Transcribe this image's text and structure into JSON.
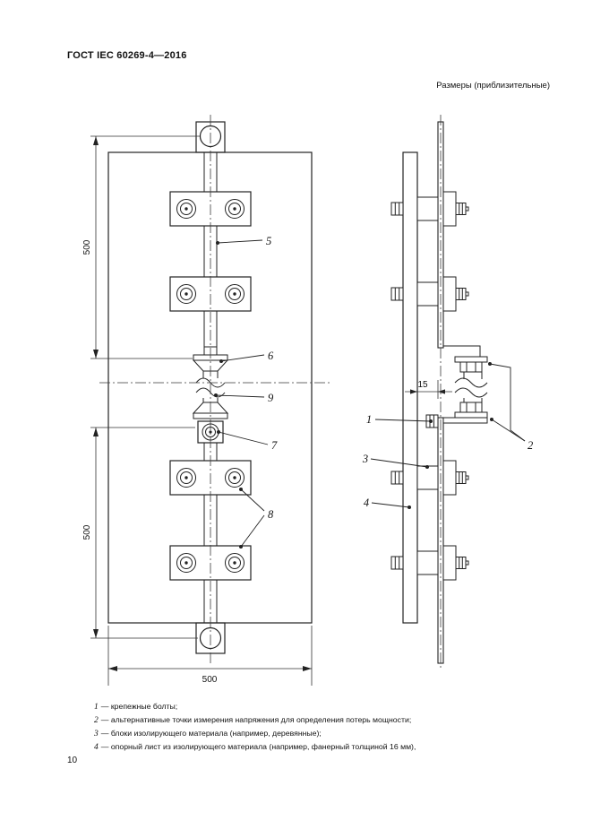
{
  "page": {
    "header": "ГОСТ IEC 60269-4—2016",
    "size_note": "Размеры (приблизительные)",
    "page_number": "10"
  },
  "figure": {
    "dims": {
      "upper_height": "500",
      "lower_height": "500",
      "width": "500",
      "block_thickness": "15"
    },
    "callouts": {
      "n1": "1",
      "n2": "2",
      "n3": "3",
      "n4": "4",
      "n5": "5",
      "n6": "6",
      "n7": "7",
      "n8": "8",
      "n9": "9"
    }
  },
  "legend": {
    "items": [
      {
        "num": "1",
        "text": "— крепежные болты;"
      },
      {
        "num": "2",
        "text": "— альтернативные точки измерения напряжения для определения потерь мощности;"
      },
      {
        "num": "3",
        "text": "— блоки изолирующего материала (например, деревянные);"
      },
      {
        "num": "4",
        "text": "— опорный лист из изолирующего материала (например, фанерный толщиной 16 мм),"
      }
    ]
  }
}
